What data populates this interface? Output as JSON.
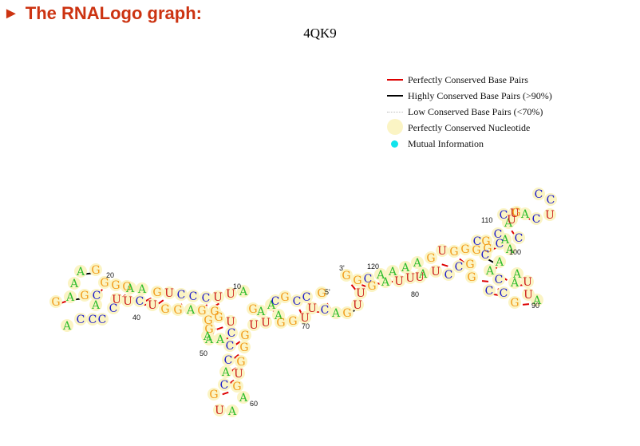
{
  "header": {
    "arrow": "►",
    "title": "The RNALogo graph:"
  },
  "structure_title": "4QK9",
  "legend": [
    {
      "icon": "red-line-icon",
      "label": "Perfectly Conserved Base Pairs"
    },
    {
      "icon": "black-line-icon",
      "label": "Highly Conserved Base Pairs (>90%)"
    },
    {
      "icon": "dotted-line-icon",
      "label": "Low Conserved Base Pairs (<70%)"
    },
    {
      "icon": "yellow-circle-icon",
      "label": "Perfectly Conserved Nucleotide"
    },
    {
      "icon": "cyan-circle-icon",
      "label": "Mutual Information"
    }
  ],
  "colors": {
    "A": "#2ebd2e",
    "C": "#1a1acc",
    "G": "#f29c1a",
    "U": "#cc1a1a",
    "pair_perfect": "#dd0000",
    "pair_high": "#000000",
    "pair_low": "#bbbbbb",
    "conserved_halo": "#fbf4c4",
    "mutual_info": "#10e4ec",
    "title_red": "#cc3311"
  },
  "position_labels": [
    "10",
    "20",
    "40",
    "5'",
    "50",
    "60",
    "70",
    "3'",
    "120",
    "80",
    "110",
    "100",
    "90"
  ],
  "nucleotides": [
    "A",
    "G",
    "G",
    "A",
    "G",
    "A",
    "C",
    "G",
    "G",
    "G",
    "A",
    "C",
    "C",
    "C",
    "A",
    "U",
    "U",
    "C",
    "U",
    "C",
    "G",
    "G",
    "A",
    "A",
    "G",
    "U",
    "C",
    "C",
    "C",
    "U",
    "U",
    "A",
    "A",
    "G",
    "G",
    "G",
    "G",
    "A",
    "G",
    "U",
    "A",
    "A",
    "C",
    "G",
    "C",
    "G",
    "C",
    "G",
    "A",
    "U",
    "C",
    "G",
    "G",
    "A",
    "U",
    "A",
    "G",
    "U",
    "A",
    "U",
    "A",
    "C",
    "A",
    "G",
    "G",
    "U",
    "C",
    "G",
    "C",
    "U",
    "C",
    "G",
    "A",
    "G",
    "U",
    "G",
    "G",
    "C",
    "A",
    "U",
    "G",
    "A",
    "U",
    "U",
    "U",
    "A",
    "A",
    "A",
    "G",
    "A",
    "U",
    "C",
    "C",
    "G",
    "U",
    "G",
    "G",
    "G",
    "G",
    "C",
    "A",
    "C",
    "A",
    "A",
    "C",
    "U",
    "U",
    "A",
    "C",
    "U",
    "C",
    "C",
    "G",
    "C",
    "C",
    "G",
    "A",
    "A",
    "G",
    "C",
    "C",
    "C",
    "A",
    "U",
    "A",
    "U",
    "A",
    "G",
    "C"
  ]
}
